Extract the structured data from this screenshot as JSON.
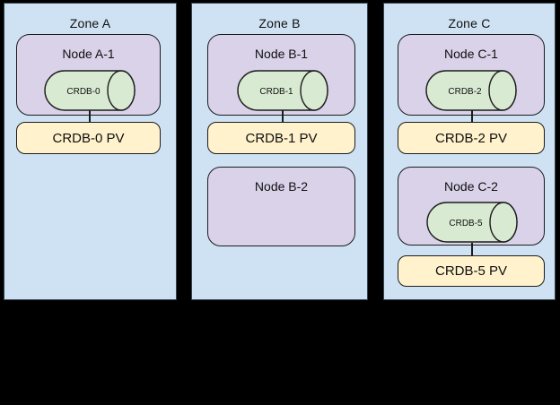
{
  "diagram": {
    "description": "Three-zone Kubernetes/CockroachDB topology diagram on black background",
    "colors": {
      "background": "#000000",
      "zone_fill": "#cfe2f3",
      "node_fill": "#d9d2e9",
      "database_fill": "#d9ead3",
      "pv_fill": "#fff2cc",
      "outline": "#1c1c1c"
    }
  },
  "zones": [
    {
      "title": "Zone A",
      "node1": {
        "label": "Node A-1",
        "db_label": "CRDB-0"
      },
      "pv1_label": "CRDB-0 PV"
    },
    {
      "title": "Zone B",
      "node1": {
        "label": "Node B-1",
        "db_label": "CRDB-1"
      },
      "pv1_label": "CRDB-1 PV",
      "node2": {
        "label": "Node B-2"
      }
    },
    {
      "title": "Zone C",
      "node1": {
        "label": "Node C-1",
        "db_label": "CRDB-2"
      },
      "pv1_label": "CRDB-2 PV",
      "node2": {
        "label": "Node C-2",
        "db_label": "CRDB-5"
      },
      "pv2_label": "CRDB-5 PV"
    }
  ]
}
